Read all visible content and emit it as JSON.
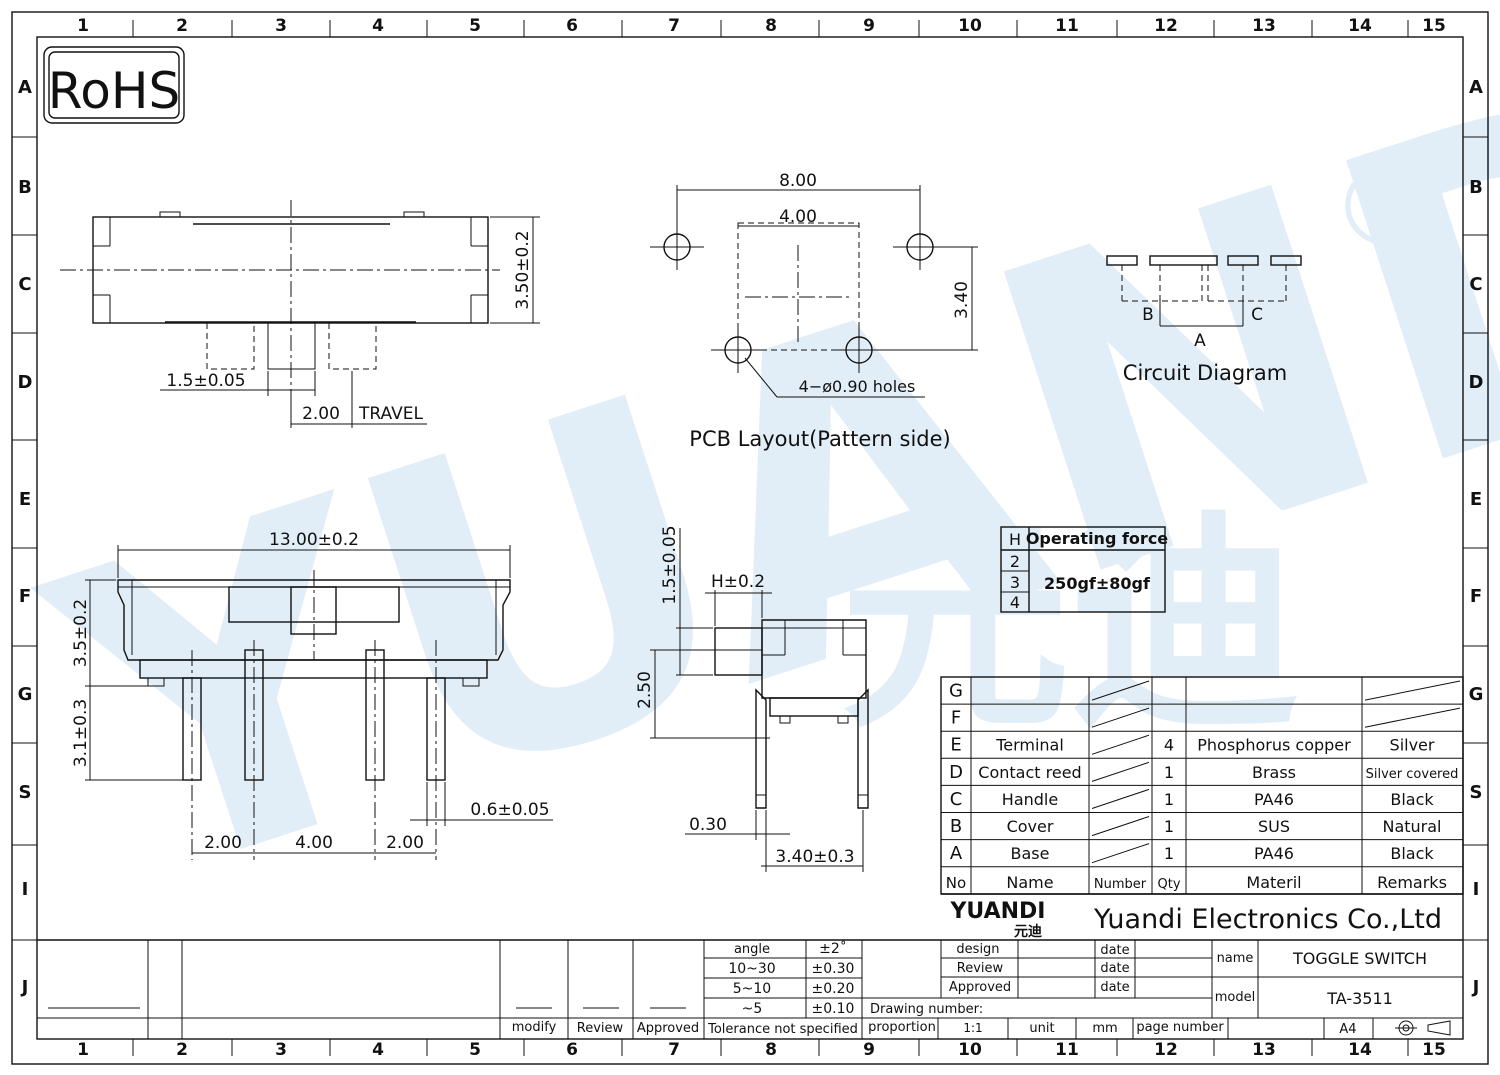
{
  "frame": {
    "col_numbers": [
      "1",
      "2",
      "3",
      "4",
      "5",
      "6",
      "7",
      "8",
      "9",
      "10",
      "11",
      "12",
      "13",
      "14",
      "15"
    ],
    "row_letters": [
      "A",
      "B",
      "C",
      "D",
      "E",
      "F",
      "G",
      "S",
      "I",
      "J"
    ]
  },
  "rohs_label": "RoHS",
  "watermark": {
    "text": "YUANDI",
    "chinese": "元迪",
    "reg": "®"
  },
  "top_view": {
    "dim_height": "3.50±0.2",
    "dim_pin": "1.5±0.05",
    "dim_travel": "2.00",
    "travel_label": "TRAVEL"
  },
  "pcb": {
    "dim_total": "8.00",
    "dim_inner": "4.00",
    "dim_vert": "3.40",
    "holes_label": "4−ø0.90  holes",
    "title": "PCB  Layout(Pattern  side)"
  },
  "circuit": {
    "label_b": "B",
    "label_a": "A",
    "label_c": "C",
    "title": "Circuit  Diagram"
  },
  "front_view": {
    "dim_width": "13.00±0.2",
    "dim_body_h": "3.5±0.2",
    "dim_pin_h": "3.1±0.3",
    "dim_pitch1": "2.00",
    "dim_pitch2": "4.00",
    "dim_pitch3": "2.00",
    "dim_pin_w": "0.6±0.05"
  },
  "side_view": {
    "dim_handle": "1.5±0.05",
    "dim_h": "H±0.2",
    "dim_250": "2.50",
    "dim_030": "0.30",
    "dim_340": "3.40±0.3"
  },
  "force_table": {
    "header_h": "H",
    "header_force": "Operating force",
    "rows": [
      "2",
      "3",
      "4"
    ],
    "value": "250gf±80gf"
  },
  "bom": {
    "rows": [
      {
        "id": "G",
        "name": "",
        "qty": "",
        "material": "",
        "remark": ""
      },
      {
        "id": "F",
        "name": "",
        "qty": "",
        "material": "",
        "remark": ""
      },
      {
        "id": "E",
        "name": "Terminal",
        "qty": "4",
        "material": "Phosphorus copper",
        "remark": "Silver"
      },
      {
        "id": "D",
        "name": "Contact reed",
        "qty": "1",
        "material": "Brass",
        "remark": "Silver covered"
      },
      {
        "id": "C",
        "name": "Handle",
        "qty": "1",
        "material": "PA46",
        "remark": "Black"
      },
      {
        "id": "B",
        "name": "Cover",
        "qty": "1",
        "material": "SUS",
        "remark": "Natural"
      },
      {
        "id": "A",
        "name": "Base",
        "qty": "1",
        "material": "PA46",
        "remark": "Black"
      }
    ],
    "header": {
      "no": "No",
      "name": "Name",
      "number": "Number",
      "qty": "Qty",
      "material": "Materil",
      "remarks": "Remarks"
    }
  },
  "company": {
    "logo": "YUANDI",
    "logo_cn": "元迪",
    "name": "Yuandi Electronics Co.,Ltd"
  },
  "title_block": {
    "design": "design",
    "review": "Review",
    "approved": "Approved",
    "date": "date",
    "name_label": "name",
    "name_value": "TOGGLE SWITCH",
    "model_label": "model",
    "model_value": "TA-3511",
    "drawing_number": "Drawing number:",
    "proportion": "proportion",
    "proportion_value": "1:1",
    "unit": "unit",
    "unit_value": "mm",
    "page_number": "page number",
    "paper": "A4",
    "modify": "modify",
    "review2": "Review",
    "approved2": "Approved",
    "tolerance": "Tolerance not specified",
    "tol_rows": [
      [
        "angle",
        "±2˚"
      ],
      [
        "10~30",
        "±0.30"
      ],
      [
        "5~10",
        "±0.20"
      ],
      [
        "~5",
        "±0.10"
      ]
    ]
  }
}
